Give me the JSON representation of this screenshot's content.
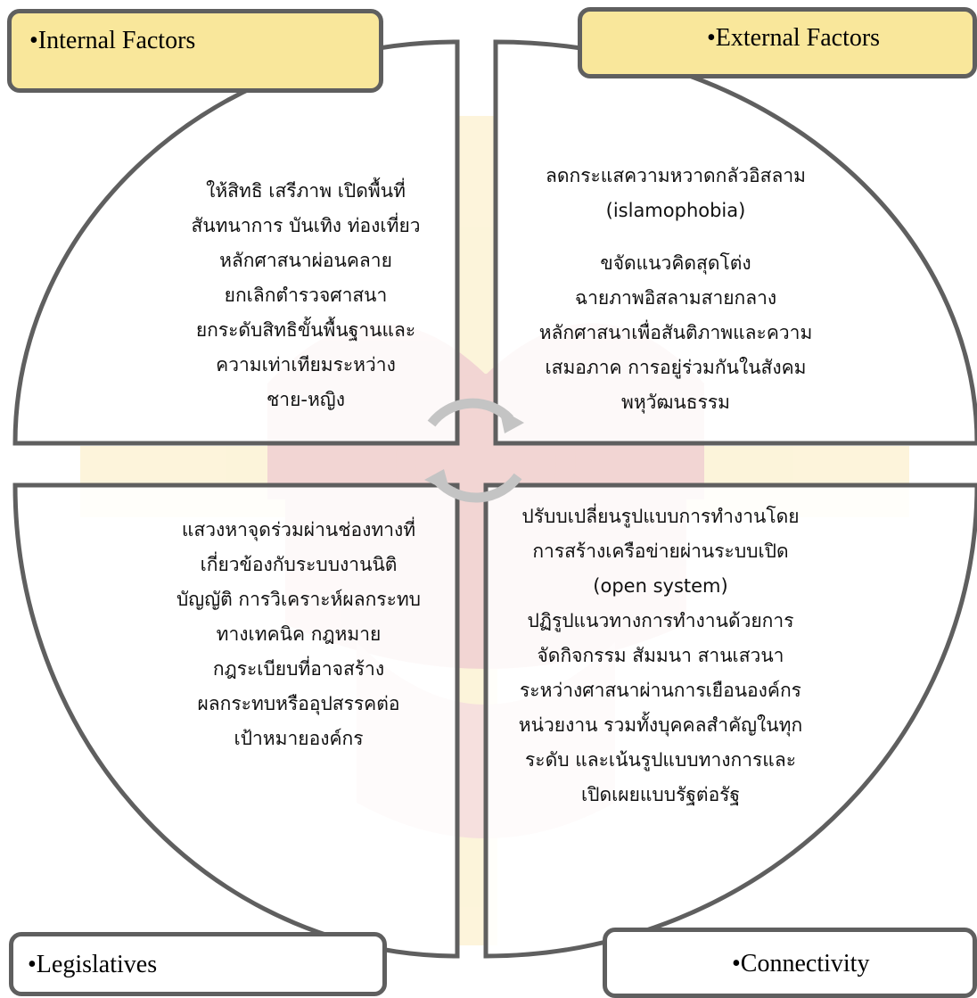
{
  "labels": {
    "internal": "•Internal Factors",
    "external": "•External Factors",
    "legislatives": "•Legislatives",
    "connectivity": "•Connectivity"
  },
  "quadrants": {
    "internal": [
      "ให้สิทธิ เสรีภาพ เปิดพื้นที่",
      "สันทนาการ บันเทิง ท่องเที่ยว",
      "หลักศาสนาผ่อนคลาย",
      "ยกเลิกตำรวจศาสนา",
      "ยกระดับสิทธิขั้นพื้นฐานและ",
      "ความเท่าเทียมระหว่าง",
      "ชาย-หญิง"
    ],
    "external_a": [
      "ลดกระแสความหวาดกลัวอิสลาม",
      "(islamophobia)"
    ],
    "external_b": [
      "ขจัดแนวคิดสุดโต่ง",
      "ฉายภาพอิสลามสายกลาง",
      "หลักศาสนาเพื่อสันติภาพและความ",
      "เสมอภาค การอยู่ร่วมกันในสังคม",
      "พหุวัฒนธรรม"
    ],
    "legislatives": [
      "แสวงหาจุดร่วมผ่านช่องทางที่",
      "เกี่ยวข้องกับระบบงานนิติ",
      "บัญญัติ การวิเคราะห์ผลกระทบ",
      "ทางเทคนิค กฎหมาย",
      "กฎระเบียบที่อาจสร้าง",
      "ผลกระทบหรืออุปสรรคต่อ",
      "เป้าหมายองค์กร"
    ],
    "connectivity": [
      "ปรับบเปลี่ยนรูปแบบการทำงานโดย",
      "การสร้างเครือข่ายผ่านระบบเปิด",
      "(open system)",
      "ปฏิรูปแนวทางการทำงานด้วยการ",
      "จัดกิจกรรม สัมมนา สานเสวนา",
      "ระหว่างศาสนาผ่านการเยือนองค์กร",
      "หน่วยงาน รวมทั้งบุคคลสำคัญในทุก",
      "ระดับ และเน้นรูปแบบทางการและ",
      "เปิดเผยแบบรัฐต่อรัฐ"
    ]
  },
  "colors": {
    "outline": "#5f5f5f",
    "label_fill": "#f9e79b",
    "cycle_arrows": "#c4c4c4",
    "watermark_red": "#c8453a",
    "watermark_yellow": "#f4cf5a"
  }
}
